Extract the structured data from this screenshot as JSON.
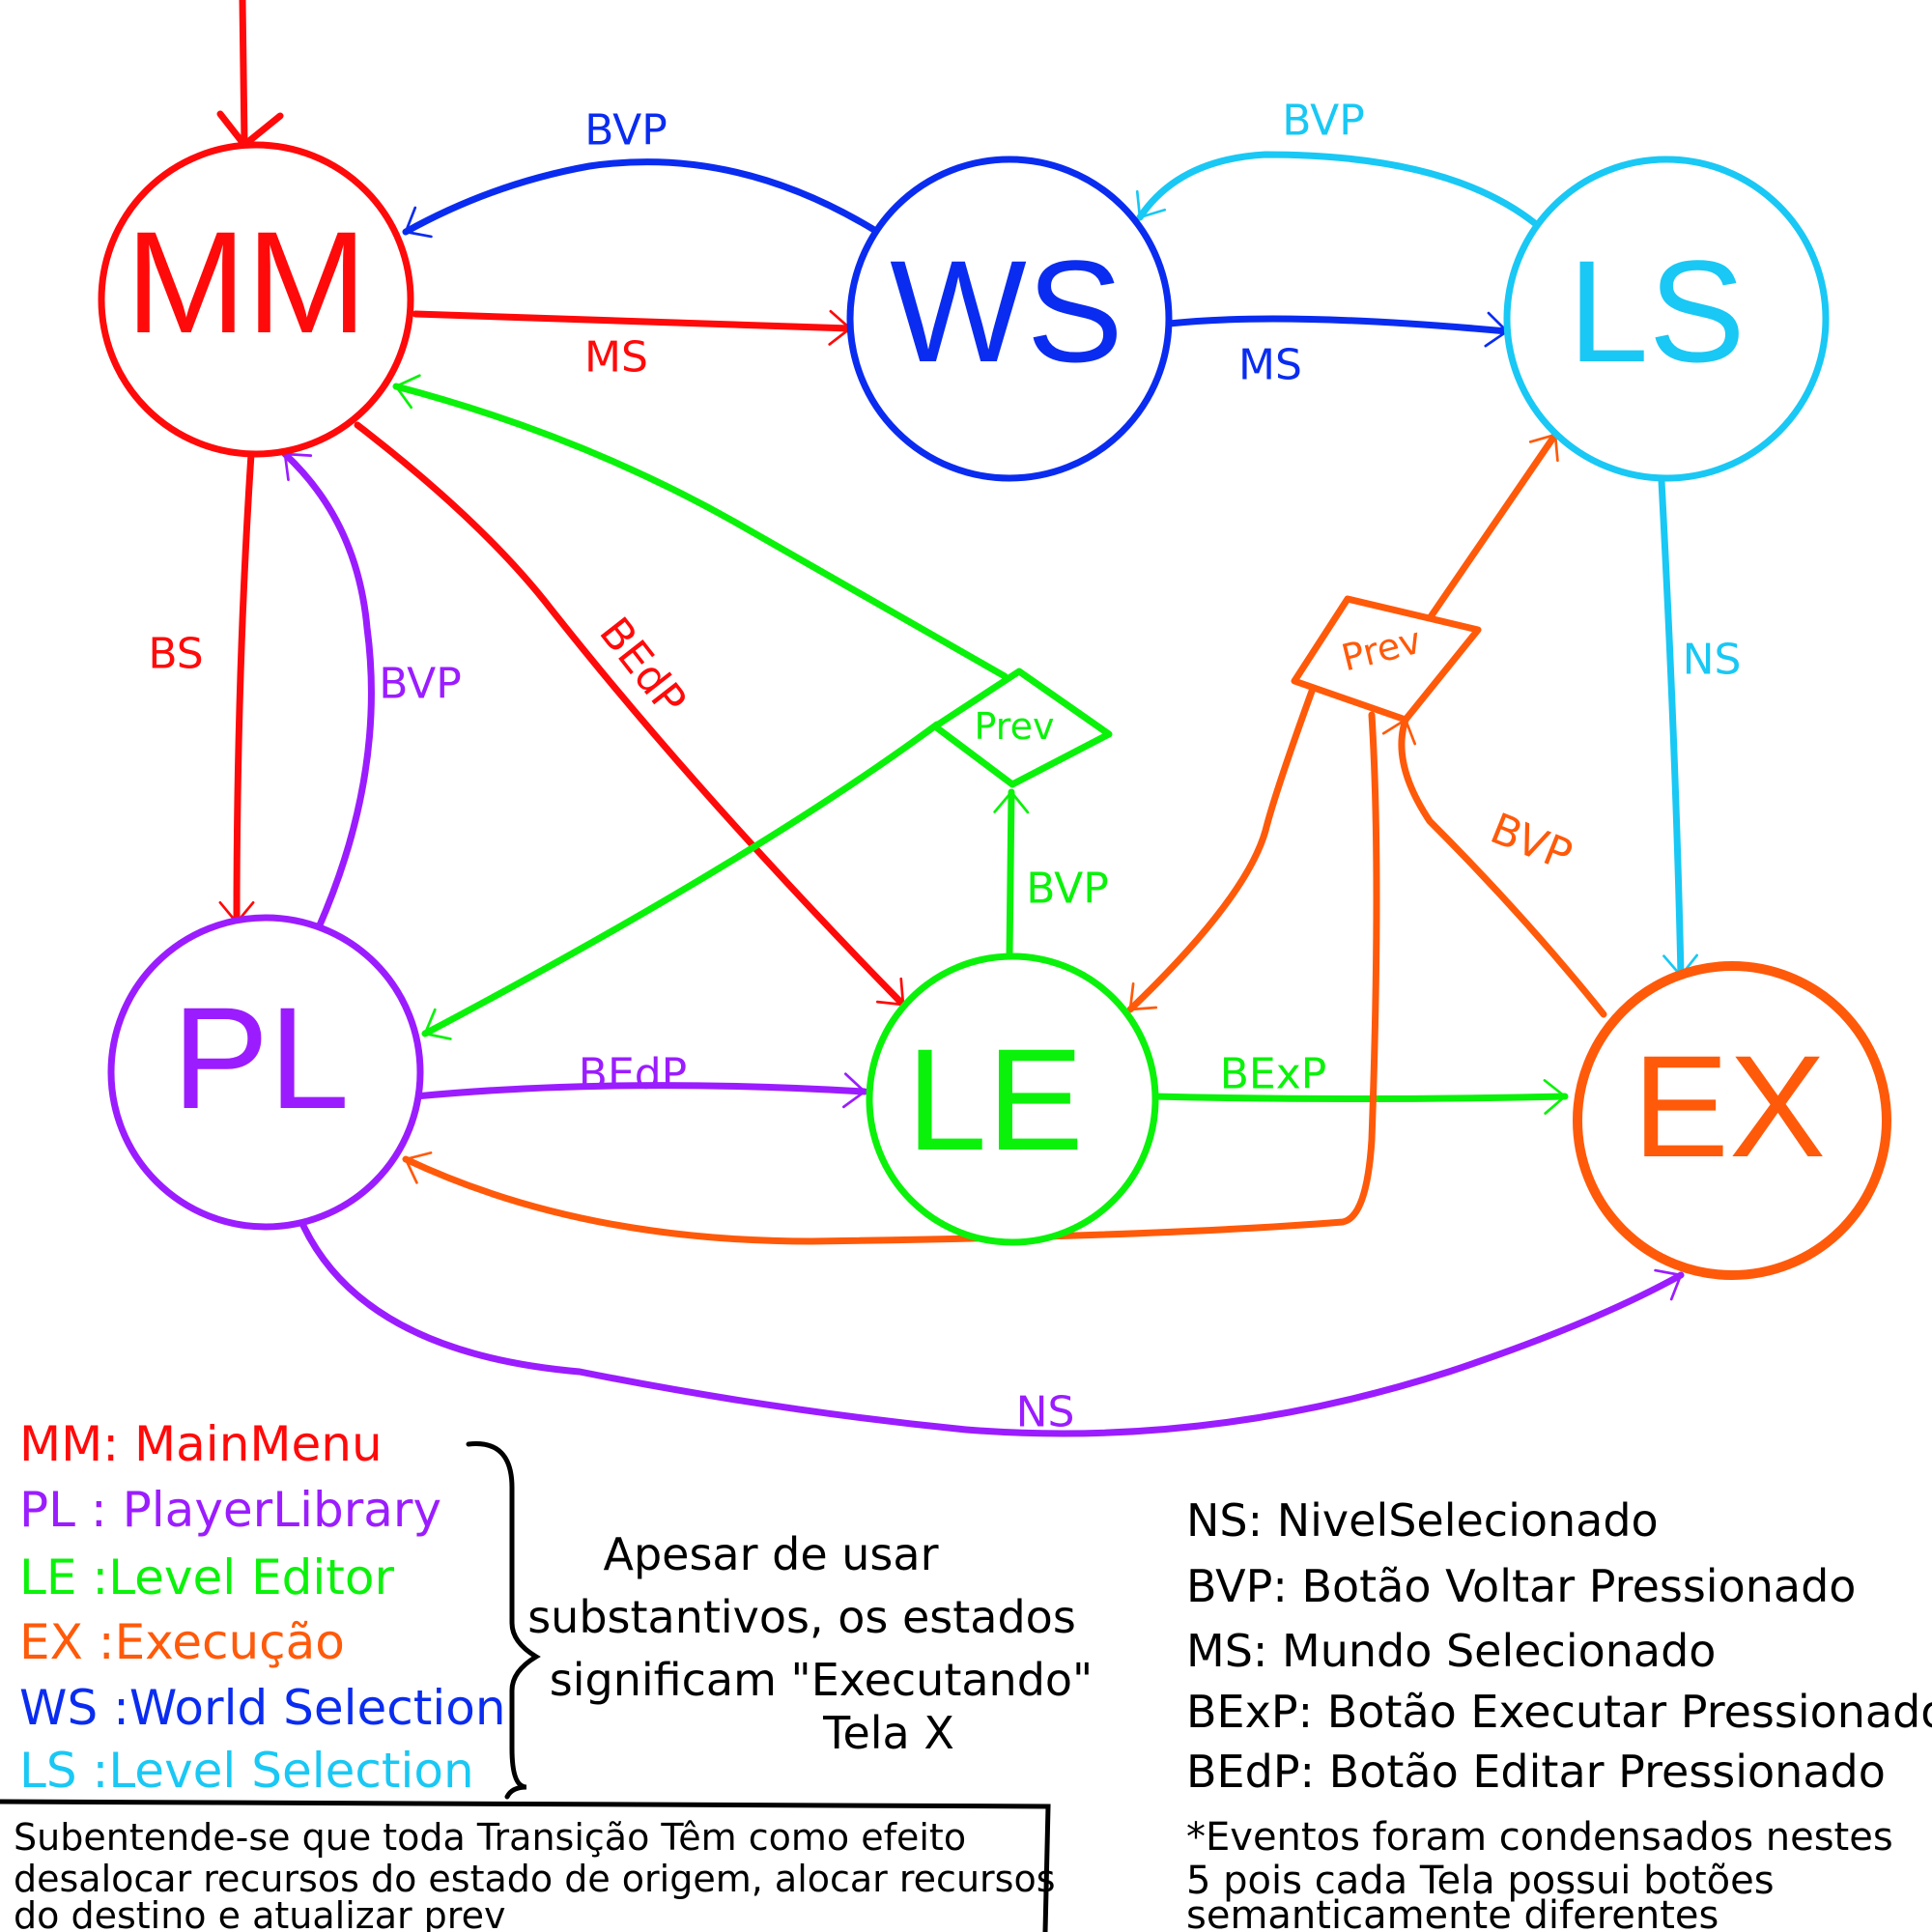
{
  "colors": {
    "red": "#ff0a0a",
    "purple": "#9b1dff",
    "green": "#0af20a",
    "orange": "#ff5a0a",
    "blue": "#0a2cf0",
    "cyan": "#19c8f4",
    "black": "#000000"
  },
  "nodes": {
    "mm": "MM",
    "ws": "WS",
    "ls": "LS",
    "pl": "PL",
    "le": "LE",
    "ex": "EX"
  },
  "edges": {
    "ws_mm": "BVP",
    "mm_ws": "MS",
    "ls_ws": "BVP",
    "ws_ls": "MS",
    "mm_pl": "BS",
    "pl_mm": "BVP",
    "mm_le": "BEdP",
    "le_prev": "BVP",
    "pl_le": "BEdP",
    "le_ex": "BExP",
    "ex_prev": "BVP",
    "ls_ex": "NS",
    "pl_ex": "NS"
  },
  "prev_nodes": {
    "green": "Prev",
    "orange": "Prev"
  },
  "legend": {
    "mm": "MM: MainMenu",
    "pl": "PL : PlayerLibrary",
    "le": "LE :Level Editor",
    "ex": "EX :Execução",
    "ws": "WS :World Selection",
    "ls": "LS :Level Selection"
  },
  "middle_note": {
    "line1": "Apesar de usar",
    "line2": "substantivos, os estados",
    "line3": "significam \"Executando\"",
    "line4": "Tela X"
  },
  "definitions": {
    "ns": "NS: NivelSelecionado",
    "bvp": "BVP: Botão Voltar Pressionado",
    "ms": "MS: Mundo Selecionado",
    "bexp": "BExP: Botão Executar Pressionado",
    "bedp": "BEdP: Botão Editar Pressionado",
    "note1": "*Eventos foram condensados nestes",
    "note2": "5 pois cada Tela possui botões",
    "note3": "semanticamente diferentes"
  },
  "box_note": {
    "line1": "Subentende-se que toda Transição Têm como efeito",
    "line2": "desalocar recursos do estado de origem, alocar recursos",
    "line3": "do destino e atualizar prev"
  }
}
